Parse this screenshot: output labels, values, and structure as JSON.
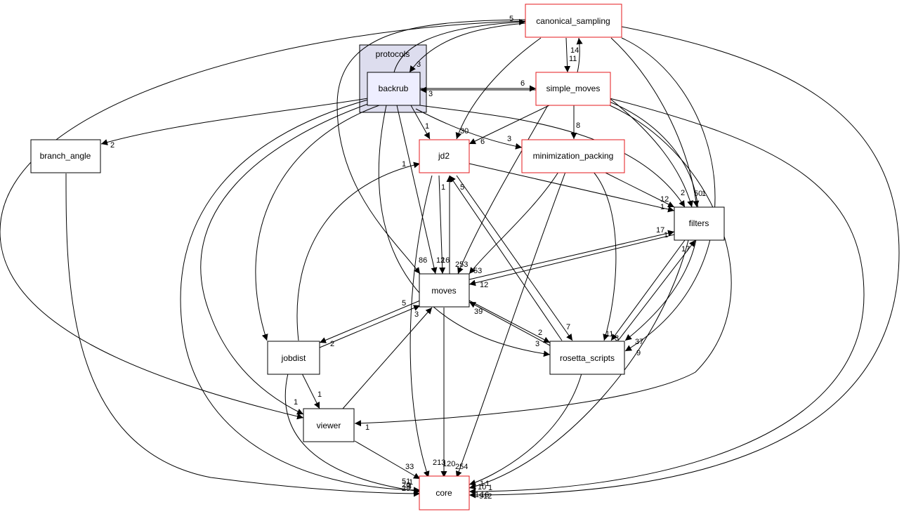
{
  "cluster": {
    "label": "protocols"
  },
  "nodes": [
    {
      "id": "canonical_sampling",
      "label": "canonical_sampling",
      "style": "red"
    },
    {
      "id": "backrub",
      "label": "backrub",
      "style": "root"
    },
    {
      "id": "simple_moves",
      "label": "simple_moves",
      "style": "red"
    },
    {
      "id": "branch_angle",
      "label": "branch_angle",
      "style": "black"
    },
    {
      "id": "jd2",
      "label": "jd2",
      "style": "red"
    },
    {
      "id": "minimization_packing",
      "label": "minimization_packing",
      "style": "red"
    },
    {
      "id": "filters",
      "label": "filters",
      "style": "black"
    },
    {
      "id": "moves",
      "label": "moves",
      "style": "black"
    },
    {
      "id": "jobdist",
      "label": "jobdist",
      "style": "black"
    },
    {
      "id": "rosetta_scripts",
      "label": "rosetta_scripts",
      "style": "black"
    },
    {
      "id": "viewer",
      "label": "viewer",
      "style": "black"
    },
    {
      "id": "core",
      "label": "core",
      "style": "red"
    }
  ],
  "edge_labels": [
    "5",
    "3",
    "14",
    "11",
    "6",
    "3",
    "2",
    "1",
    "30",
    "6",
    "3",
    "8",
    "1",
    "1",
    "5",
    "12",
    "1",
    "2",
    "50",
    "1",
    "17",
    "1",
    "86",
    "12",
    "16",
    "253",
    "53",
    "12",
    "5",
    "3",
    "39",
    "2",
    "2",
    "7",
    "3",
    "11",
    "3",
    "37",
    "9",
    "17",
    "1",
    "1",
    "1",
    "33",
    "213",
    "120",
    "254",
    "51",
    "1",
    "26",
    "4",
    "29",
    "1",
    "1",
    "10",
    "1",
    "1",
    "16",
    "912"
  ]
}
